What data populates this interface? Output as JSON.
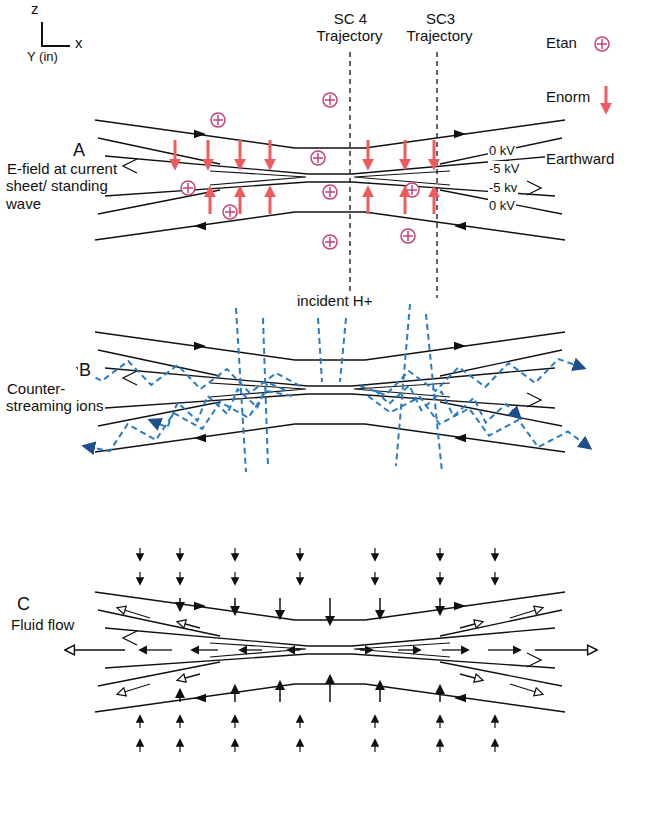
{
  "diagram": {
    "labels": [
      "z",
      "x",
      "Y (in)",
      "SC 4 Trajectory",
      "SC3 Trajectory",
      "Earthward",
      "A",
      "E-field at current sheet/ standing wave",
      "0 kV",
      "-5 kV",
      "-5 kv",
      "0 kV",
      "incident H+",
      "B",
      "Counter- streaming ions",
      "C",
      "Fluid flow"
    ],
    "legend": [
      {
        "text": "Etan"
      },
      {
        "text": "Enorm"
      }
    ]
  }
}
